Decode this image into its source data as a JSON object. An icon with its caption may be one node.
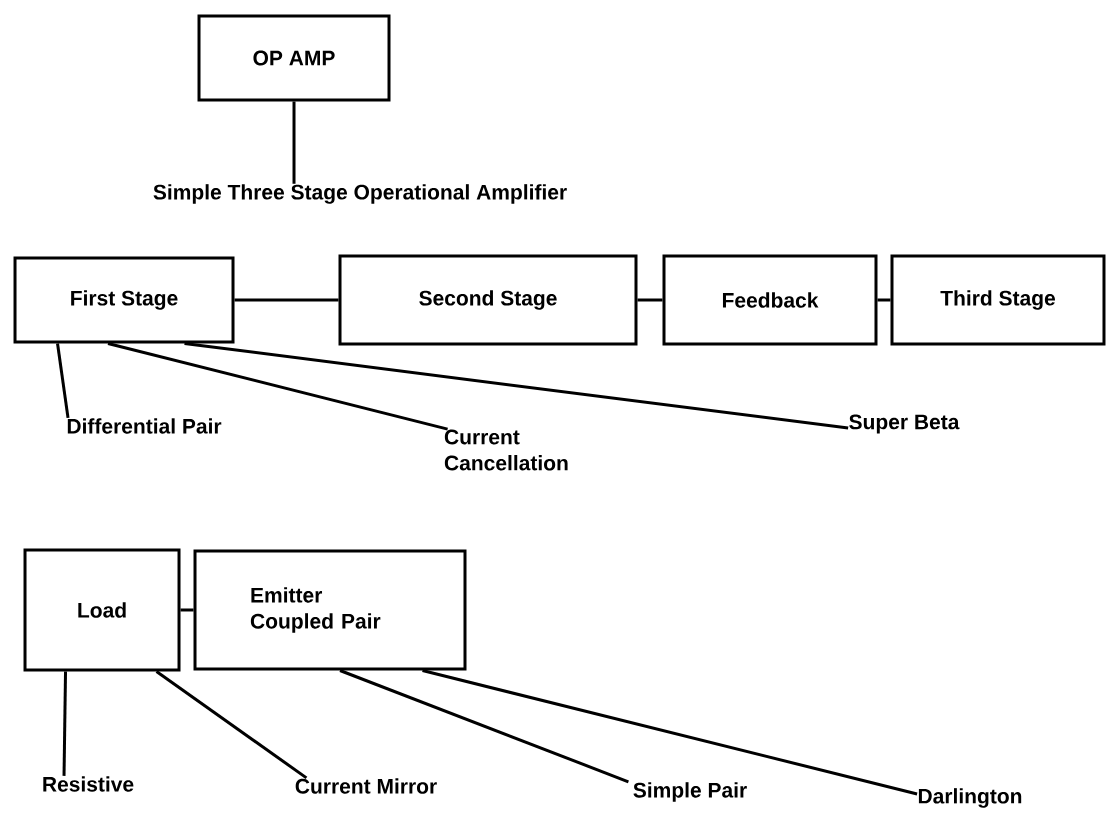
{
  "diagram": {
    "nodes": [
      {
        "text": [
          "OP AMP"
        ]
      },
      {
        "text": [
          "Simple Three Stage Operational Amplifier"
        ]
      },
      {
        "text": [
          "First Stage"
        ]
      },
      {
        "text": [
          "Second Stage"
        ]
      },
      {
        "text": [
          "Feedback"
        ]
      },
      {
        "text": [
          "Third Stage"
        ]
      },
      {
        "text": [
          "Differential Pair"
        ]
      },
      {
        "text": [
          "Current Cancellation"
        ]
      },
      {
        "text": [
          "Super Beta"
        ]
      },
      {
        "text": [
          "Load"
        ]
      },
      {
        "text": [
          "Emitter Coupled Pair"
        ]
      },
      {
        "text": [
          "Resistive"
        ]
      },
      {
        "text": [
          "Current Mirror"
        ]
      },
      {
        "text": [
          "Simple Pair"
        ]
      },
      {
        "text": [
          "Darlington"
        ]
      }
    ],
    "edges": [
      {
        "from": 0,
        "to": 1,
        "arrow": "none"
      },
      {
        "from": 2,
        "to": 3,
        "arrow": "none"
      },
      {
        "from": 3,
        "to": 4,
        "arrow": "none"
      },
      {
        "from": 4,
        "to": 5,
        "arrow": "none"
      },
      {
        "from": 2,
        "to": 6,
        "arrow": "none"
      },
      {
        "from": 2,
        "to": 7,
        "arrow": "none"
      },
      {
        "from": 2,
        "to": 8,
        "arrow": "none"
      },
      {
        "from": 9,
        "to": 10,
        "arrow": "none"
      },
      {
        "from": 9,
        "to": 11,
        "arrow": "none"
      },
      {
        "from": 9,
        "to": 12,
        "arrow": "none"
      },
      {
        "from": 10,
        "to": 13,
        "arrow": "none"
      },
      {
        "from": 10,
        "to": 14,
        "arrow": "none"
      }
    ]
  }
}
